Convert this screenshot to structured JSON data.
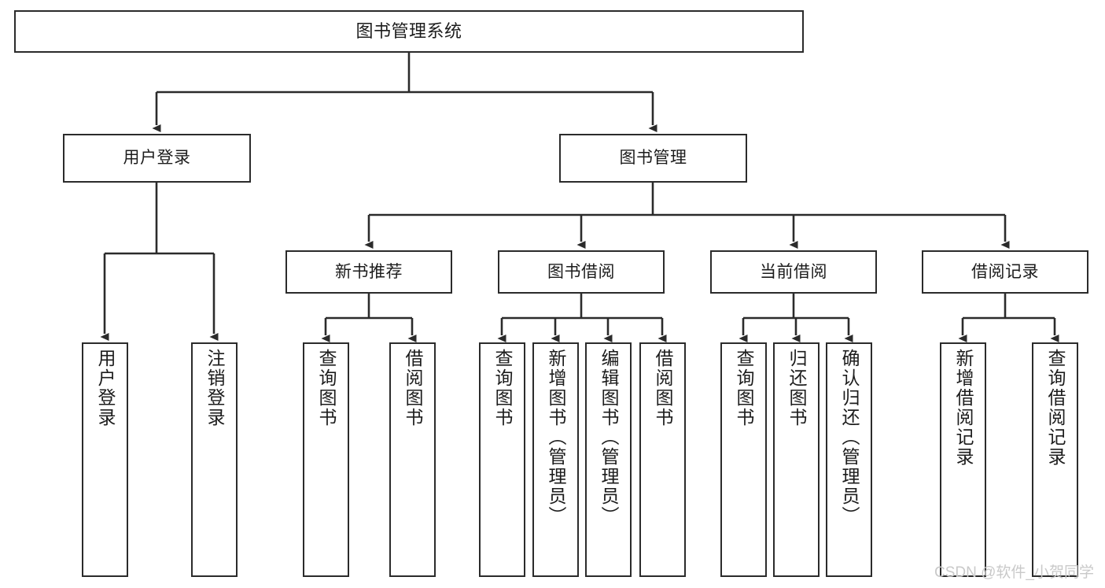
{
  "diagram": {
    "title": "图书管理系统",
    "type": "hierarchy-tree",
    "line_color": "#2b2b2b",
    "box_fill": "#ffffff",
    "text_color": "#1c1c1c",
    "root": {
      "label": "图书管理系统"
    },
    "level2": [
      {
        "label": "用户登录"
      },
      {
        "label": "图书管理"
      }
    ],
    "level3": [
      {
        "label": "新书推荐"
      },
      {
        "label": "图书借阅"
      },
      {
        "label": "当前借阅"
      },
      {
        "label": "借阅记录"
      }
    ],
    "leaves": {
      "user_login": [
        {
          "label": "用户登录"
        },
        {
          "label": "注销登录"
        }
      ],
      "new_book_recommend": [
        {
          "label": "查询图书"
        },
        {
          "label": "借阅图书"
        }
      ],
      "book_borrow": [
        {
          "label": "查询图书"
        },
        {
          "label": "新增图书（管理员）"
        },
        {
          "label": "编辑图书（管理员）"
        },
        {
          "label": "借阅图书"
        }
      ],
      "current_borrow": [
        {
          "label": "查询图书"
        },
        {
          "label": "归还图书"
        },
        {
          "label": "确认归还（管理员）"
        }
      ],
      "borrow_record": [
        {
          "label": "新增借阅记录"
        },
        {
          "label": "查询借阅记录"
        }
      ]
    }
  },
  "watermark": {
    "text": "CSDN @软件_小贺同学"
  }
}
